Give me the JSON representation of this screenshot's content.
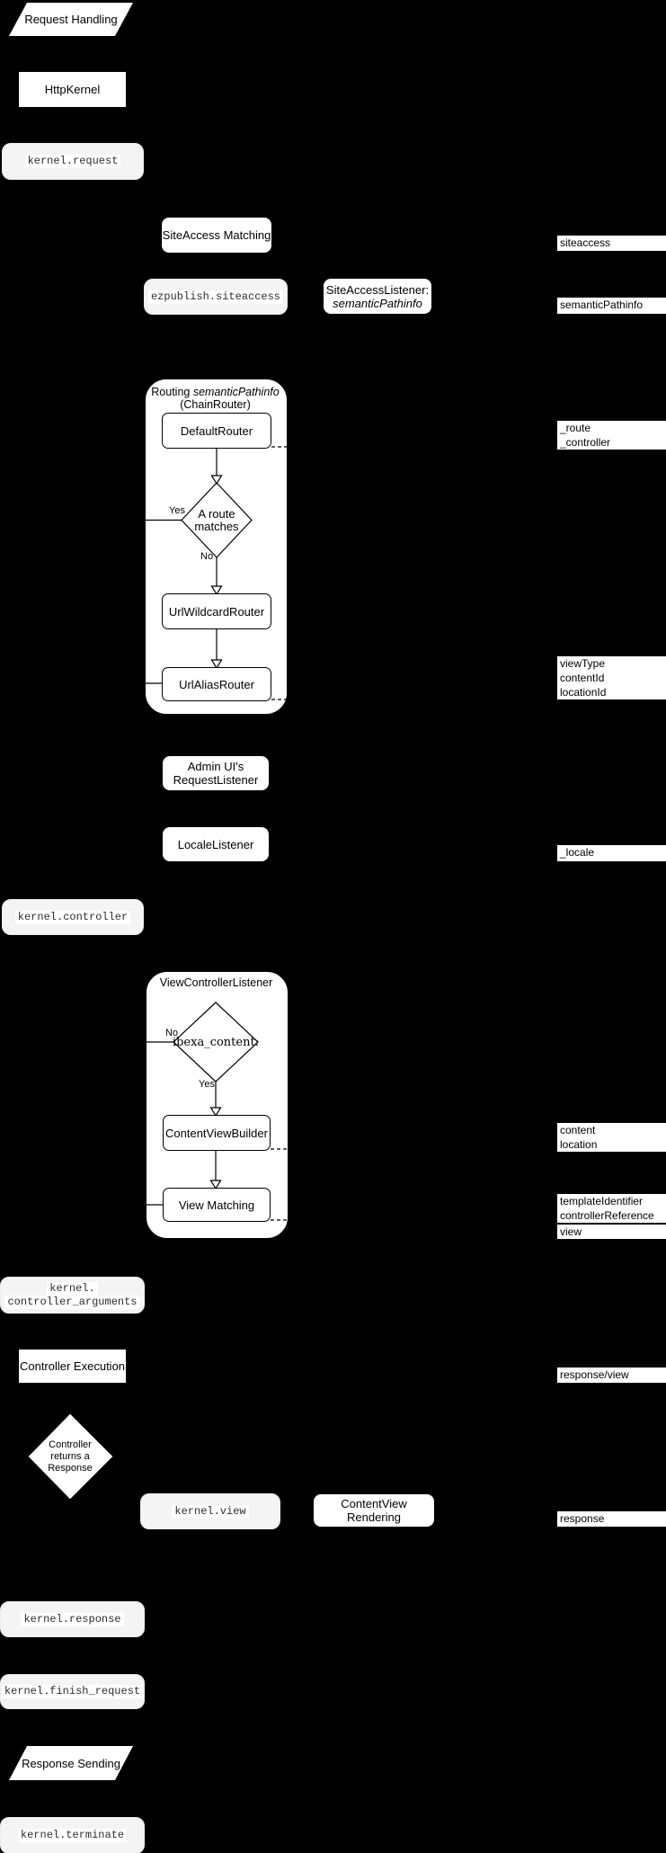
{
  "colors": {
    "background": "#000000",
    "node_fill": "#ffffff",
    "event_fill": "#f4f4f4",
    "line": "#000000"
  },
  "nodes": {
    "request_handling": "Request Handling",
    "http_kernel": "HttpKernel",
    "kernel_request": "kernel.request",
    "siteaccess_matching": "SiteAccess Matching",
    "ezpublish_siteaccess": "ezpublish.siteaccess",
    "siteaccess_listener_line1": "SiteAccessListener:",
    "siteaccess_listener_line2": "semanticPathinfo",
    "admin_ui_line1": "Admin UI's",
    "admin_ui_line2": "RequestListener",
    "locale_listener": "LocaleListener",
    "kernel_controller": "kernel.controller",
    "kernel_controller_arguments_line1": "kernel.",
    "kernel_controller_arguments_line2": "controller_arguments",
    "controller_execution": "Controller Execution",
    "controller_returns_line1": "Controller",
    "controller_returns_line2": "returns a",
    "controller_returns_line3": "Response",
    "kernel_view": "kernel.view",
    "content_view_rendering": "ContentView Rendering",
    "kernel_response": "kernel.response",
    "kernel_finish_request": "kernel.finish_request",
    "response_sending": "Response Sending",
    "kernel_terminate": "kernel.terminate"
  },
  "routing_container": {
    "title_normal": "Routing ",
    "title_italic": "semanticPathinfo",
    "title_line2": "(ChainRouter)",
    "default_router": "DefaultRouter",
    "decision_line1": "A route",
    "decision_line2": "matches",
    "yes": "Yes",
    "no": "No",
    "url_wildcard_router": "UrlWildcardRouter",
    "url_alias_router": "UrlAliasRouter"
  },
  "view_controller_container": {
    "title": "ViewControllerListener",
    "decision": "ibexa_content:",
    "no": "No",
    "yes": "Yes",
    "content_view_builder": "ContentViewBuilder",
    "view_matching": "View Matching"
  },
  "side_labels": {
    "siteaccess": "siteaccess",
    "semantic_pathinfo": "semanticPathinfo",
    "route_controller": [
      "_route",
      "_controller"
    ],
    "view_params": [
      "viewType",
      "contentId",
      "locationId"
    ],
    "locale": "_locale",
    "content_location": [
      "content",
      "location"
    ],
    "template_controller": [
      "templateIdentifier",
      "controllerReference"
    ],
    "view": "view",
    "response_view": "response/view",
    "response": "response"
  }
}
